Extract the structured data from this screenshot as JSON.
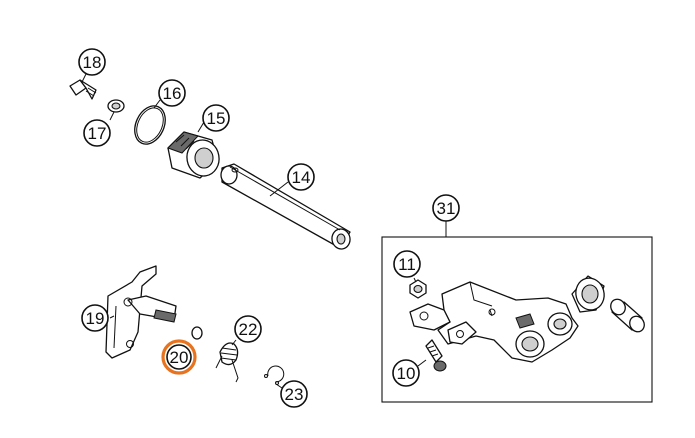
{
  "colors": {
    "line": "#111111",
    "highlight": "#e8731f",
    "background": "#ffffff"
  },
  "callouts": {
    "c18": "18",
    "c16": "16",
    "c17": "17",
    "c15": "15",
    "c14": "14",
    "c31": "31",
    "c11": "11",
    "c19": "19",
    "c20": "20",
    "c22": "22",
    "c10": "10",
    "c23": "23"
  },
  "highlighted_callout": "20"
}
